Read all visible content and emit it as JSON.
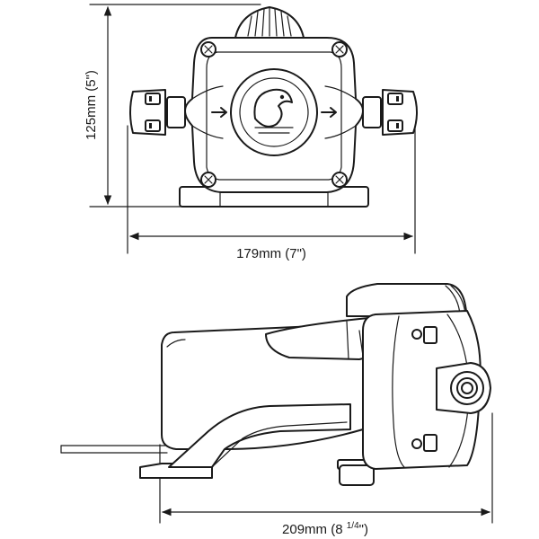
{
  "dimensions": {
    "height": "125mm (5\")",
    "width": "179mm (7\")",
    "length_main": "209mm (8 ",
    "length_frac": "1/4",
    "length_close": "\")"
  },
  "colors": {
    "line": "#1a1a1a",
    "background": "#ffffff"
  },
  "icons": [
    "pump-logo-icon",
    "flow-arrow-icon"
  ]
}
